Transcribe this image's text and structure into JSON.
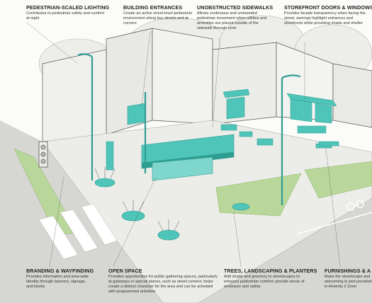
{
  "annotations": [
    {
      "id": "lighting",
      "title": "PEDESTRIAN-SCALED LIGHTING",
      "description": "Contributes to pedestrian safety and comfort at night"
    },
    {
      "id": "entrances",
      "title": "BUILDING ENTRANCES",
      "description": "Create an active street-level pedestrian environment along key streets and at corners"
    },
    {
      "id": "sidewalks",
      "title": "UNOBSTRUCTED SIDEWALKS",
      "description": "Allows continuous and unimpeded pedestrian movement when utilities and amenities are placed outside of the sidewalk through zone"
    },
    {
      "id": "storefront",
      "title": "STOREFRONT DOORS & WINDOWS",
      "description": "Provides facade transparency when facing the street; awnings highlight entrances and storefronts while providing shade and shelter"
    },
    {
      "id": "branding",
      "title": "BRANDING & WAYFINDING",
      "description": "Provides information and area-wide identity through banners, signage, and kiosks"
    },
    {
      "id": "openspace",
      "title": "OPEN SPACE",
      "description": "Provides opportunities for public gathering spaces, particularly at gateways or special places, such as street corners; helps create a distinct character for the area and can be activated with programmed activities"
    },
    {
      "id": "trees",
      "title": "TREES, LANDSCAPING & PLANTERS",
      "description": "Add shade and greenery to streetscapes to enhance pedestrian comfort; provide sense of enclosure and safety"
    },
    {
      "id": "furnishings",
      "title": "FURNISHINGS & A",
      "description": "Make the streetscape and welcoming to ped provided in Amenity Z Zone"
    }
  ],
  "colors": {
    "teal": "#4fc4b8",
    "teal_dark": "#2f9e92",
    "grass": "#b9d79a",
    "pavement": "#e7e7e3",
    "road": "#cfcfcb",
    "line": "#3a3a3a"
  }
}
